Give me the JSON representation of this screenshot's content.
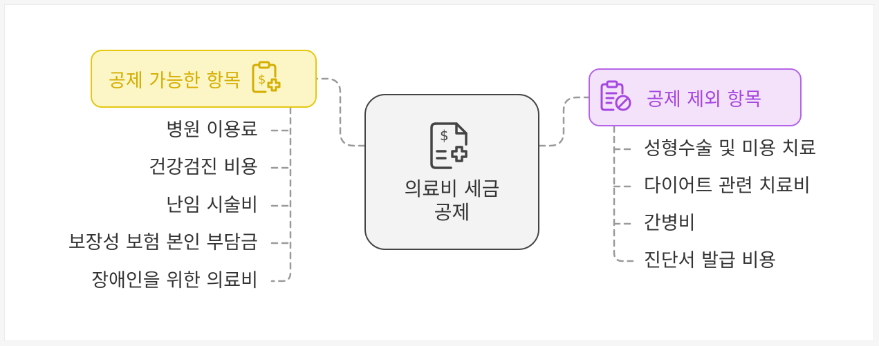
{
  "center": {
    "title": "의료비 세금 공제",
    "icon": "medical-receipt-icon"
  },
  "left_branch": {
    "title": "공제 가능한 항목",
    "icon": "clipboard-dollar-plus-icon",
    "color": "#e5c80f",
    "fill": "#fcf6c6",
    "items": [
      "병원 이용료",
      "건강검진 비용",
      "난임 시술비",
      "보장성 보험 본인 부담금",
      "장애인을 위한 의료비"
    ]
  },
  "right_branch": {
    "title": "공제 제외 항목",
    "icon": "clipboard-prohibited-icon",
    "color": "#b464e6",
    "fill": "#f4e2fb",
    "items": [
      "성형수술 및 미용 치료",
      "다이어트 관련 치료비",
      "간병비",
      "진단서 발급 비용"
    ]
  }
}
